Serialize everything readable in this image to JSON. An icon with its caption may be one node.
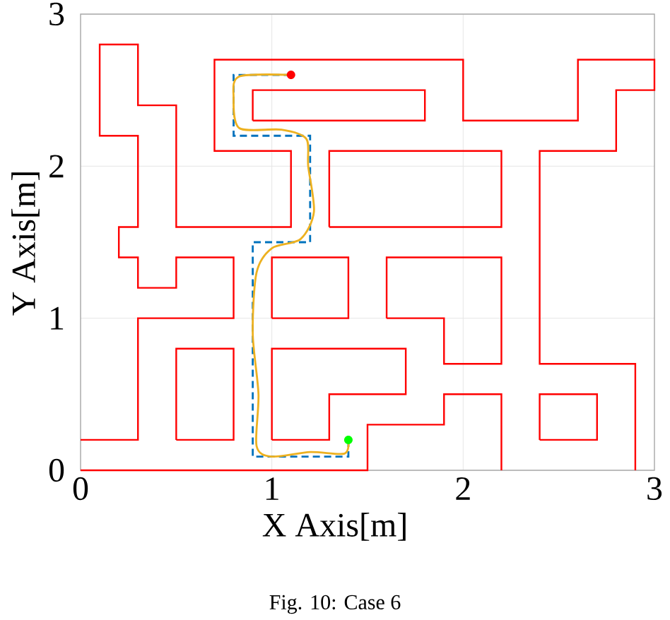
{
  "diagram": {
    "caption": "Fig. 10: Case 6",
    "labels": [
      "3",
      "2",
      "Y Axis[m]",
      "1",
      "0",
      "0",
      "1",
      "2",
      "3",
      "X Axis[m]"
    ]
  }
}
